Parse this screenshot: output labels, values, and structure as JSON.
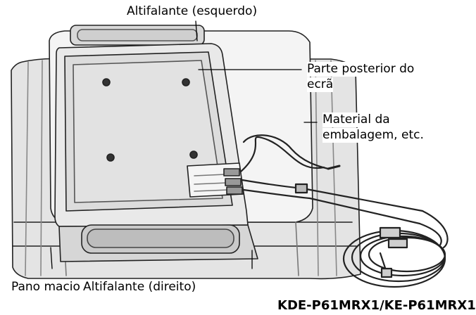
{
  "labels": {
    "speaker_left": "Altifalante (esquerdo)",
    "rear_line1": "Parte posterior do",
    "rear_line2": "ecrã",
    "packing_line1": "Material da",
    "packing_line2": "embalagem, etc.",
    "soft_cloth": "Pano macio",
    "speaker_right": "Altifalante (direito)"
  },
  "model": "KDE-P61MRX1/KE-P61MRX1"
}
